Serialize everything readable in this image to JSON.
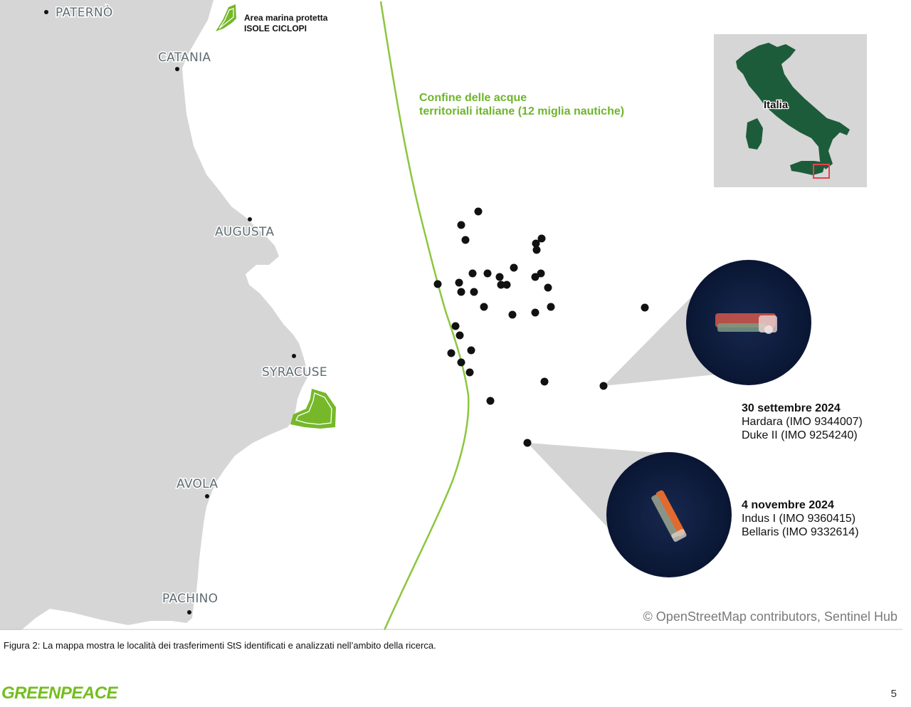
{
  "places": [
    {
      "id": "paterno",
      "label": "PATERNÒ"
    },
    {
      "id": "catania",
      "label": "CATANIA"
    },
    {
      "id": "augusta",
      "label": "AUGUSTA"
    },
    {
      "id": "syracuse",
      "label": "SYRACUSE"
    },
    {
      "id": "avola",
      "label": "AVOLA"
    },
    {
      "id": "pachino",
      "label": "PACHINO"
    }
  ],
  "mpa_label": {
    "line1": "Area marina protetta",
    "line2": "ISOLE CICLOPI"
  },
  "border_label": {
    "line1": "Confine delle acque",
    "line2": "territoriali italiane (12 miglia nautiche)"
  },
  "inset": {
    "label": "Italia"
  },
  "events": [
    {
      "date": "30 settembre 2024",
      "ships": [
        "Hardara (IMO 9344007)",
        "Duke II (IMO 9254240)"
      ]
    },
    {
      "date": "4 novembre 2024",
      "ships": [
        "Indus I (IMO 9360415)",
        "Bellaris (IMO 9332614)"
      ]
    }
  ],
  "credit": "© OpenStreetMap contributors, Sentinel Hub",
  "caption": "Figura 2: La mappa mostra le località dei trasferimenti StS identificati e analizzati nell’ambito della ricerca.",
  "logo": "GREENPEACE",
  "page_number": "5",
  "colors": {
    "land": "#d6d6d6",
    "sea": "#ffffff",
    "border_line": "#8cc63f",
    "protected_area": "#76b82a",
    "italy_inset": "#1d5c3a",
    "inset_bg": "#d6d6d6",
    "highlight_box": "#e8424c",
    "transfer_point": "#111111",
    "satellite_sea": "#0b1a3c",
    "callout": "#d4d4d4"
  }
}
